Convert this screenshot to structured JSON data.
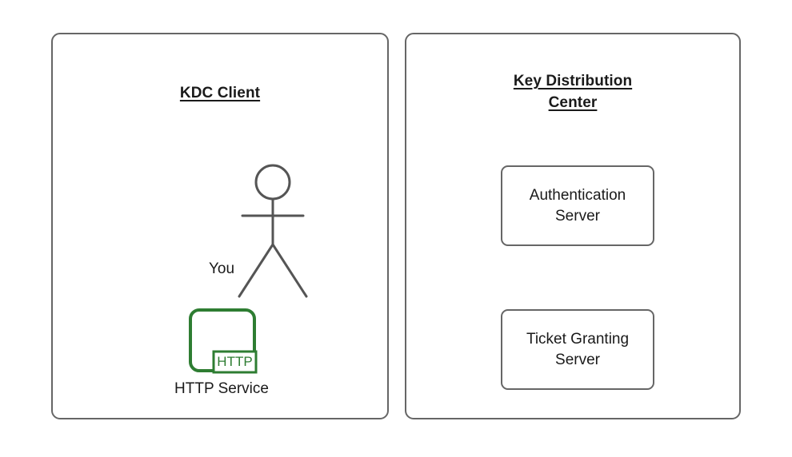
{
  "diagram": {
    "colors": {
      "panel_border": "#666666",
      "text": "#1a1a1a",
      "service_green": "#2e7d32",
      "background": "#ffffff"
    },
    "panels": [
      {
        "id": "kdc-client",
        "title": "KDC Client",
        "actor": {
          "icon": "stick-figure-actor-icon",
          "label": "You"
        },
        "service": {
          "icon": "http-service-icon",
          "badge": "HTTP",
          "label": "HTTP Service"
        }
      },
      {
        "id": "key-distribution-center",
        "title_line1": "Key Distribution",
        "title_line2": "Center",
        "boxes": [
          {
            "id": "authentication-server",
            "label": "Authentication\nServer"
          },
          {
            "id": "ticket-granting-server",
            "label": "Ticket Granting\nServer"
          }
        ]
      }
    ]
  }
}
